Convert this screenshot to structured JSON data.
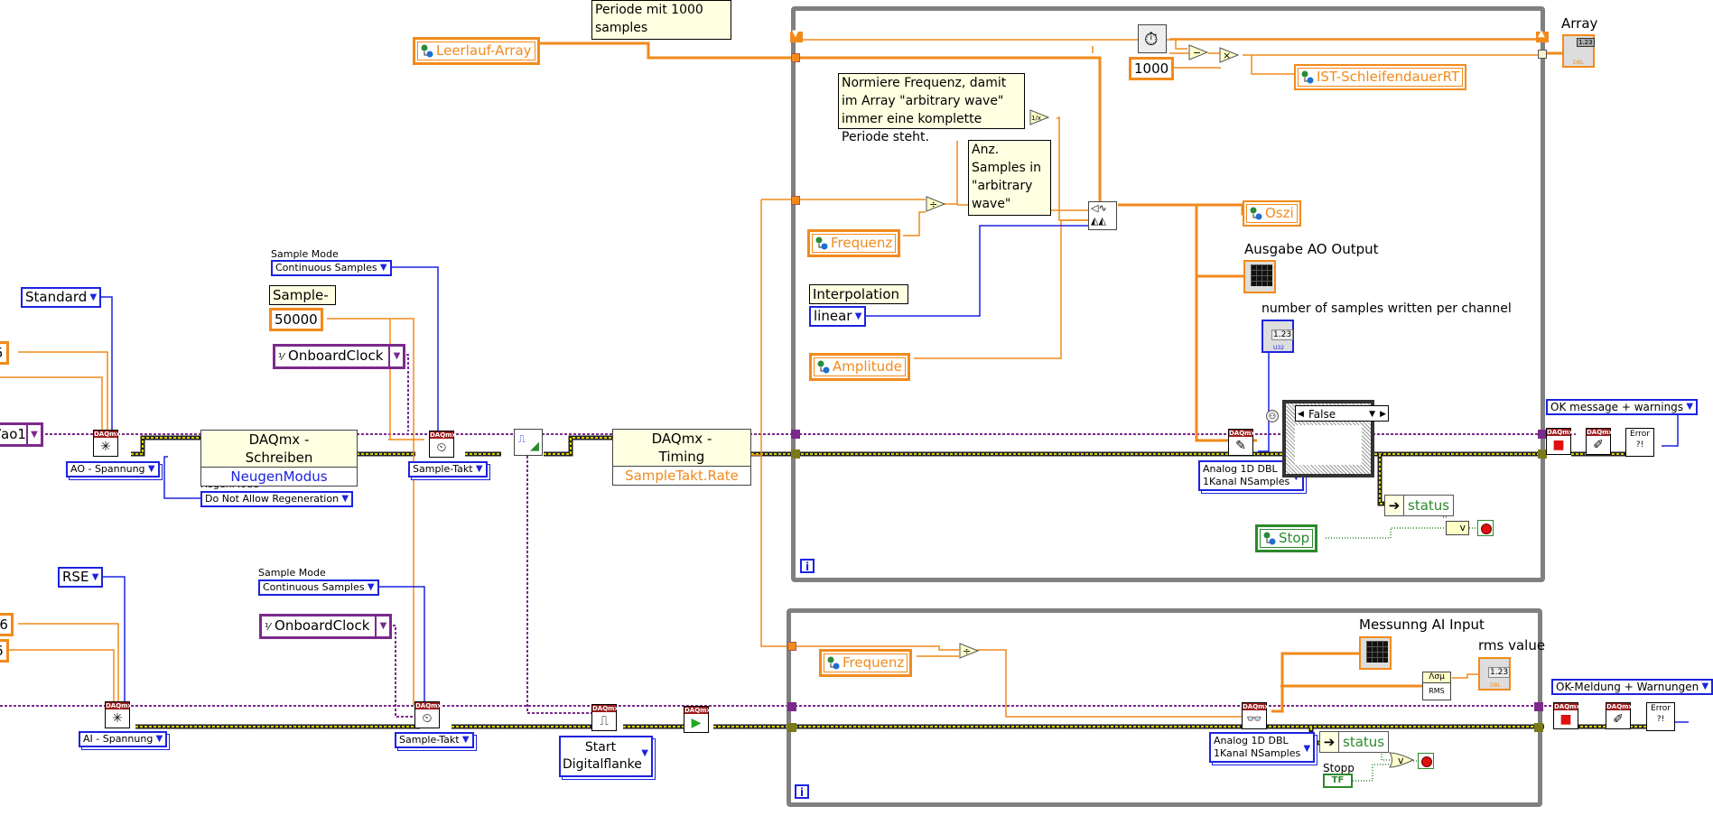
{
  "notes": {
    "periode": "Periode mit 1000 samples",
    "normiere": "Normiere Frequenz, damit im Array \"arbitrary wave\" immer eine komplette Periode steht.",
    "anz_samples": "Anz. Samples in \"arbitrary wave\"",
    "sample_label": "Sample-",
    "interpolation_label": "Interpolation"
  },
  "shared_variables": {
    "leerlauf_array": "Leerlauf-Array",
    "ist_schleifendauer": "IST-SchleifendauerRT",
    "frequenz_top": "Frequenz",
    "amplitude": "Amplitude",
    "oszi": "Oszi",
    "stop": "Stop",
    "frequenz_bottom": "Frequenz"
  },
  "constants": {
    "ms_factor": "1000",
    "sample_rate": "50000",
    "ao_max_partial": "5",
    "ai_min_partial": "-6",
    "ai_max_partial": "6",
    "ao_channel_partial": "/ao1"
  },
  "enums": {
    "ao_terminal_config": "Standard",
    "ai_terminal_config": "RSE",
    "ao_sample_mode_label": "Sample Mode",
    "ao_sample_mode": "Continuous Samples",
    "ai_sample_mode_label": "Sample Mode",
    "ai_sample_mode": "Continuous Samples",
    "ao_clock_source": "OnboardClock",
    "ai_clock_source": "OnboardClock",
    "ao_channel_type": "AO - Spannung",
    "ai_channel_type": "AI - Spannung",
    "ao_timing_type": "Sample-Takt",
    "ai_timing_type": "Sample-Takt",
    "regen_label": "RegenMode",
    "regen_mode": "Do Not Allow Regeneration",
    "interpolation": "linear",
    "trigger_line1": "Start",
    "trigger_line2": "Digitalflanke",
    "write_poly_line1": "Analog 1D DBL",
    "write_poly_line2": "1Kanal NSamples",
    "read_poly_line1": "Analog 1D DBL",
    "read_poly_line2": "1Kanal NSamples",
    "ao_error_mode": "OK message + warnings",
    "ai_error_mode": "OK-Meldung + Warnungen"
  },
  "property_nodes": {
    "write": {
      "class": "DAQmx - Schreiben",
      "property": "NeugenModus"
    },
    "timing": {
      "class": "DAQmx - Timing",
      "property": "SampleTakt.Rate"
    }
  },
  "indicators": {
    "array": "Array",
    "array_type": "DBL",
    "ausgabe_ao": "Ausgabe AO Output",
    "samples_written": "number of samples written per channel",
    "samples_written_type": "U32",
    "messung_ai": "Messunng AI Input",
    "rms_value": "rms value",
    "numeric_display": "1.23",
    "rms_block": "RMS",
    "rms_glyph": "Λσμ"
  },
  "controls": {
    "stopp_label": "Stopp",
    "stopp_value": "TF"
  },
  "case_structure": {
    "selector": "False"
  },
  "status_unbundle": {
    "top": "status",
    "bottom": "status"
  },
  "functions": {
    "subtract": "−",
    "multiply": "×",
    "divide": "÷",
    "reciprocal": "1/x",
    "or": "v",
    "error_glyph": "Error ?!",
    "daqmx_header": "DAQmx"
  },
  "loops": {
    "iteration_glyph": "i"
  },
  "colors": {
    "numeric_wire": "#f28a1b",
    "task_wire": "#7b2a8c",
    "error_wire": "#c9c400",
    "enum_wire": "#1c23e0",
    "boolean_wire": "#2b8a2b",
    "loop_frame": "#808080"
  }
}
